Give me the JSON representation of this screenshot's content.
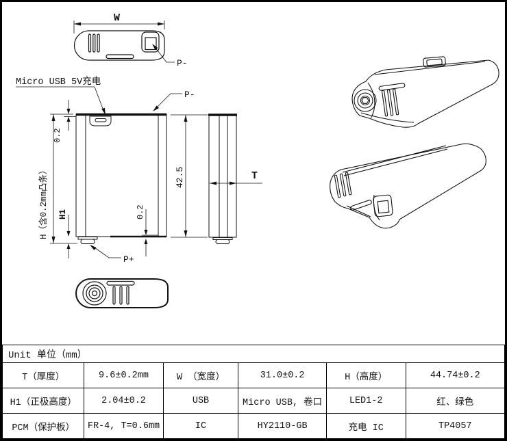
{
  "page": {
    "background": "#ffffff",
    "line_color": "#111111"
  },
  "drawing": {
    "top_view": {
      "width_label": "W",
      "p_minus_label": "P-"
    },
    "front_view": {
      "usb_callout": "Micro USB 5V充电",
      "p_minus_label": "P-",
      "ridge_dim_top": "0.2",
      "body_height_dim": "42.5",
      "ridge_dim_bottom": "0.2",
      "h_label": "H（含0.2mm凸条）",
      "h1_label": "H1",
      "p_plus_label": "P+"
    },
    "side_view": {
      "thickness_label": "T"
    }
  },
  "table": {
    "header": "Unit 单位（mm）",
    "rows": [
      [
        "T（厚度）",
        "9.6±0.2mm",
        "W （宽度）",
        "31.0±0.2",
        "H（高度）",
        "44.74±0.2"
      ],
      [
        "H1（正极高度）",
        "2.04±0.2",
        "USB",
        "Micro USB, 卷口",
        "LED1-2",
        "红、绿色"
      ],
      [
        "PCM（保护板）",
        "FR-4, T=0.6mm",
        "IC",
        "HY2110-GB",
        "充电 IC",
        "TP4057"
      ]
    ]
  }
}
